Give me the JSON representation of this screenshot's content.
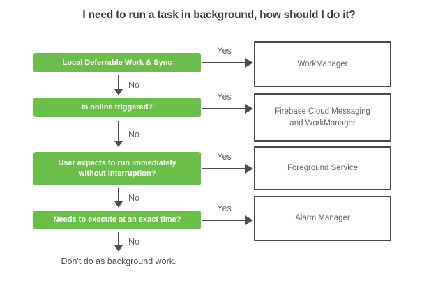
{
  "title": "I need to run a task in background, how should I do it?",
  "labels": {
    "yes": "Yes",
    "no": "No"
  },
  "rows": [
    {
      "question": "Local Deferrable Work & Sync",
      "answer": "WorkManager"
    },
    {
      "question": "Is online triggered?",
      "answer": "Firebase Cloud Messaging and WorkManager"
    },
    {
      "question": "User expects to run immediately without interruption?",
      "answer": "Foreground Service"
    },
    {
      "question": "Needs to execute at an exact time?",
      "answer": "Alarm Manager"
    }
  ],
  "fallback": "Don't do as background work.",
  "colors": {
    "question_fill": "#6CBE4B",
    "question_text": "#FFFFFF",
    "answer_border": "#4A4A4A",
    "answer_text": "#5F6368",
    "arrow": "#4D4D4D",
    "label_text": "#5F6368",
    "title_text": "#3B3F42",
    "background": "#FFFFFF"
  }
}
